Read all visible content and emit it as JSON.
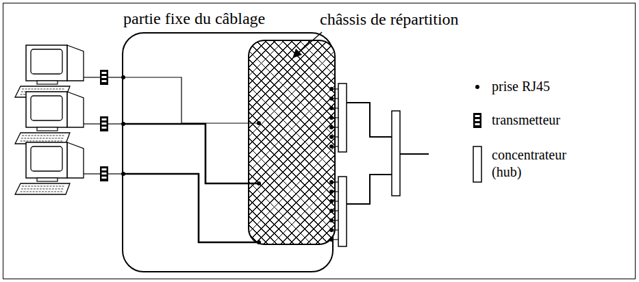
{
  "diagram": {
    "nodes": [
      {
        "text": [
          "partie fixe du câblage"
        ]
      },
      {
        "text": [
          "châssis de répartition"
        ],
        "in": 0
      }
    ],
    "legend": [
      {
        "text": "prise RJ45"
      },
      {
        "text": "transmetteur"
      },
      {
        "text": "concentrateur (hub)"
      }
    ]
  }
}
